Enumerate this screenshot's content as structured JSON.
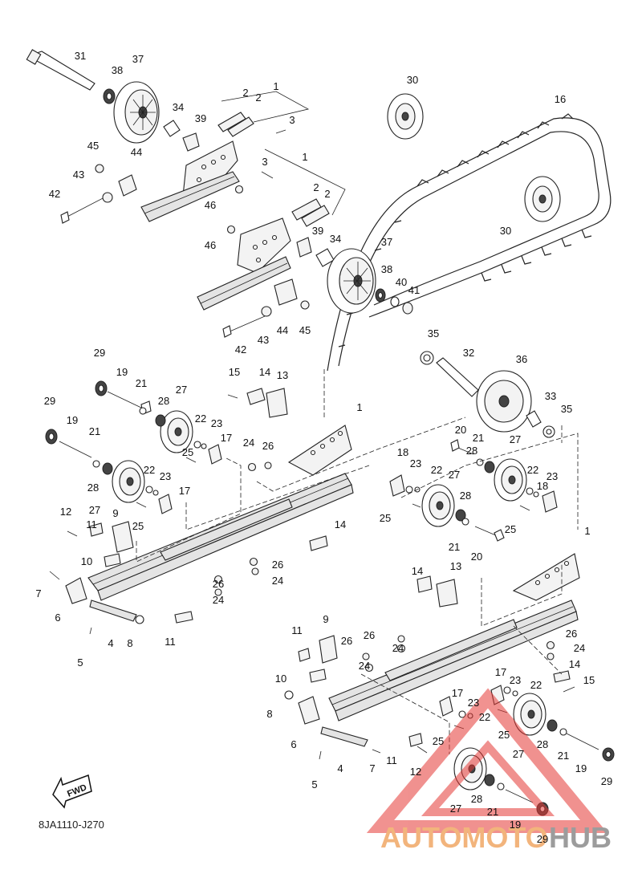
{
  "diagram_code": "8JA1110-J270",
  "fwd_label": "FWD",
  "watermark": {
    "part1": "AUTOMOTO",
    "part2": "HUB",
    "color_main": "#f2b47c",
    "color_hub": "#9c9c9c",
    "triangle_color": "#e53935"
  },
  "callouts": [
    "31",
    "38",
    "37",
    "34",
    "39",
    "2",
    "2",
    "1",
    "3",
    "45",
    "44",
    "43",
    "42",
    "46",
    "30",
    "16",
    "30",
    "3",
    "1",
    "2",
    "2",
    "39",
    "34",
    "37",
    "38",
    "40",
    "41",
    "46",
    "44",
    "45",
    "42",
    "43",
    "29",
    "19",
    "21",
    "27",
    "28",
    "22",
    "23",
    "17",
    "25",
    "15",
    "14",
    "13",
    "24",
    "26",
    "29",
    "19",
    "21",
    "28",
    "27",
    "22",
    "23",
    "17",
    "25",
    "12",
    "11",
    "9",
    "10",
    "7",
    "6",
    "5",
    "4",
    "8",
    "11",
    "26",
    "24",
    "26",
    "24",
    "14",
    "35",
    "32",
    "36",
    "33",
    "35",
    "1",
    "20",
    "21",
    "27",
    "28",
    "18",
    "23",
    "22",
    "22",
    "23",
    "18",
    "27",
    "28",
    "25",
    "21",
    "20",
    "25",
    "1",
    "14",
    "13",
    "26",
    "24",
    "9",
    "11",
    "10",
    "26",
    "26",
    "24",
    "24",
    "14",
    "15",
    "17",
    "23",
    "22",
    "17",
    "23",
    "22",
    "25",
    "25",
    "8",
    "6",
    "5",
    "4",
    "7",
    "11",
    "12",
    "27",
    "28",
    "21",
    "19",
    "29",
    "27",
    "28",
    "21",
    "19",
    "29"
  ]
}
